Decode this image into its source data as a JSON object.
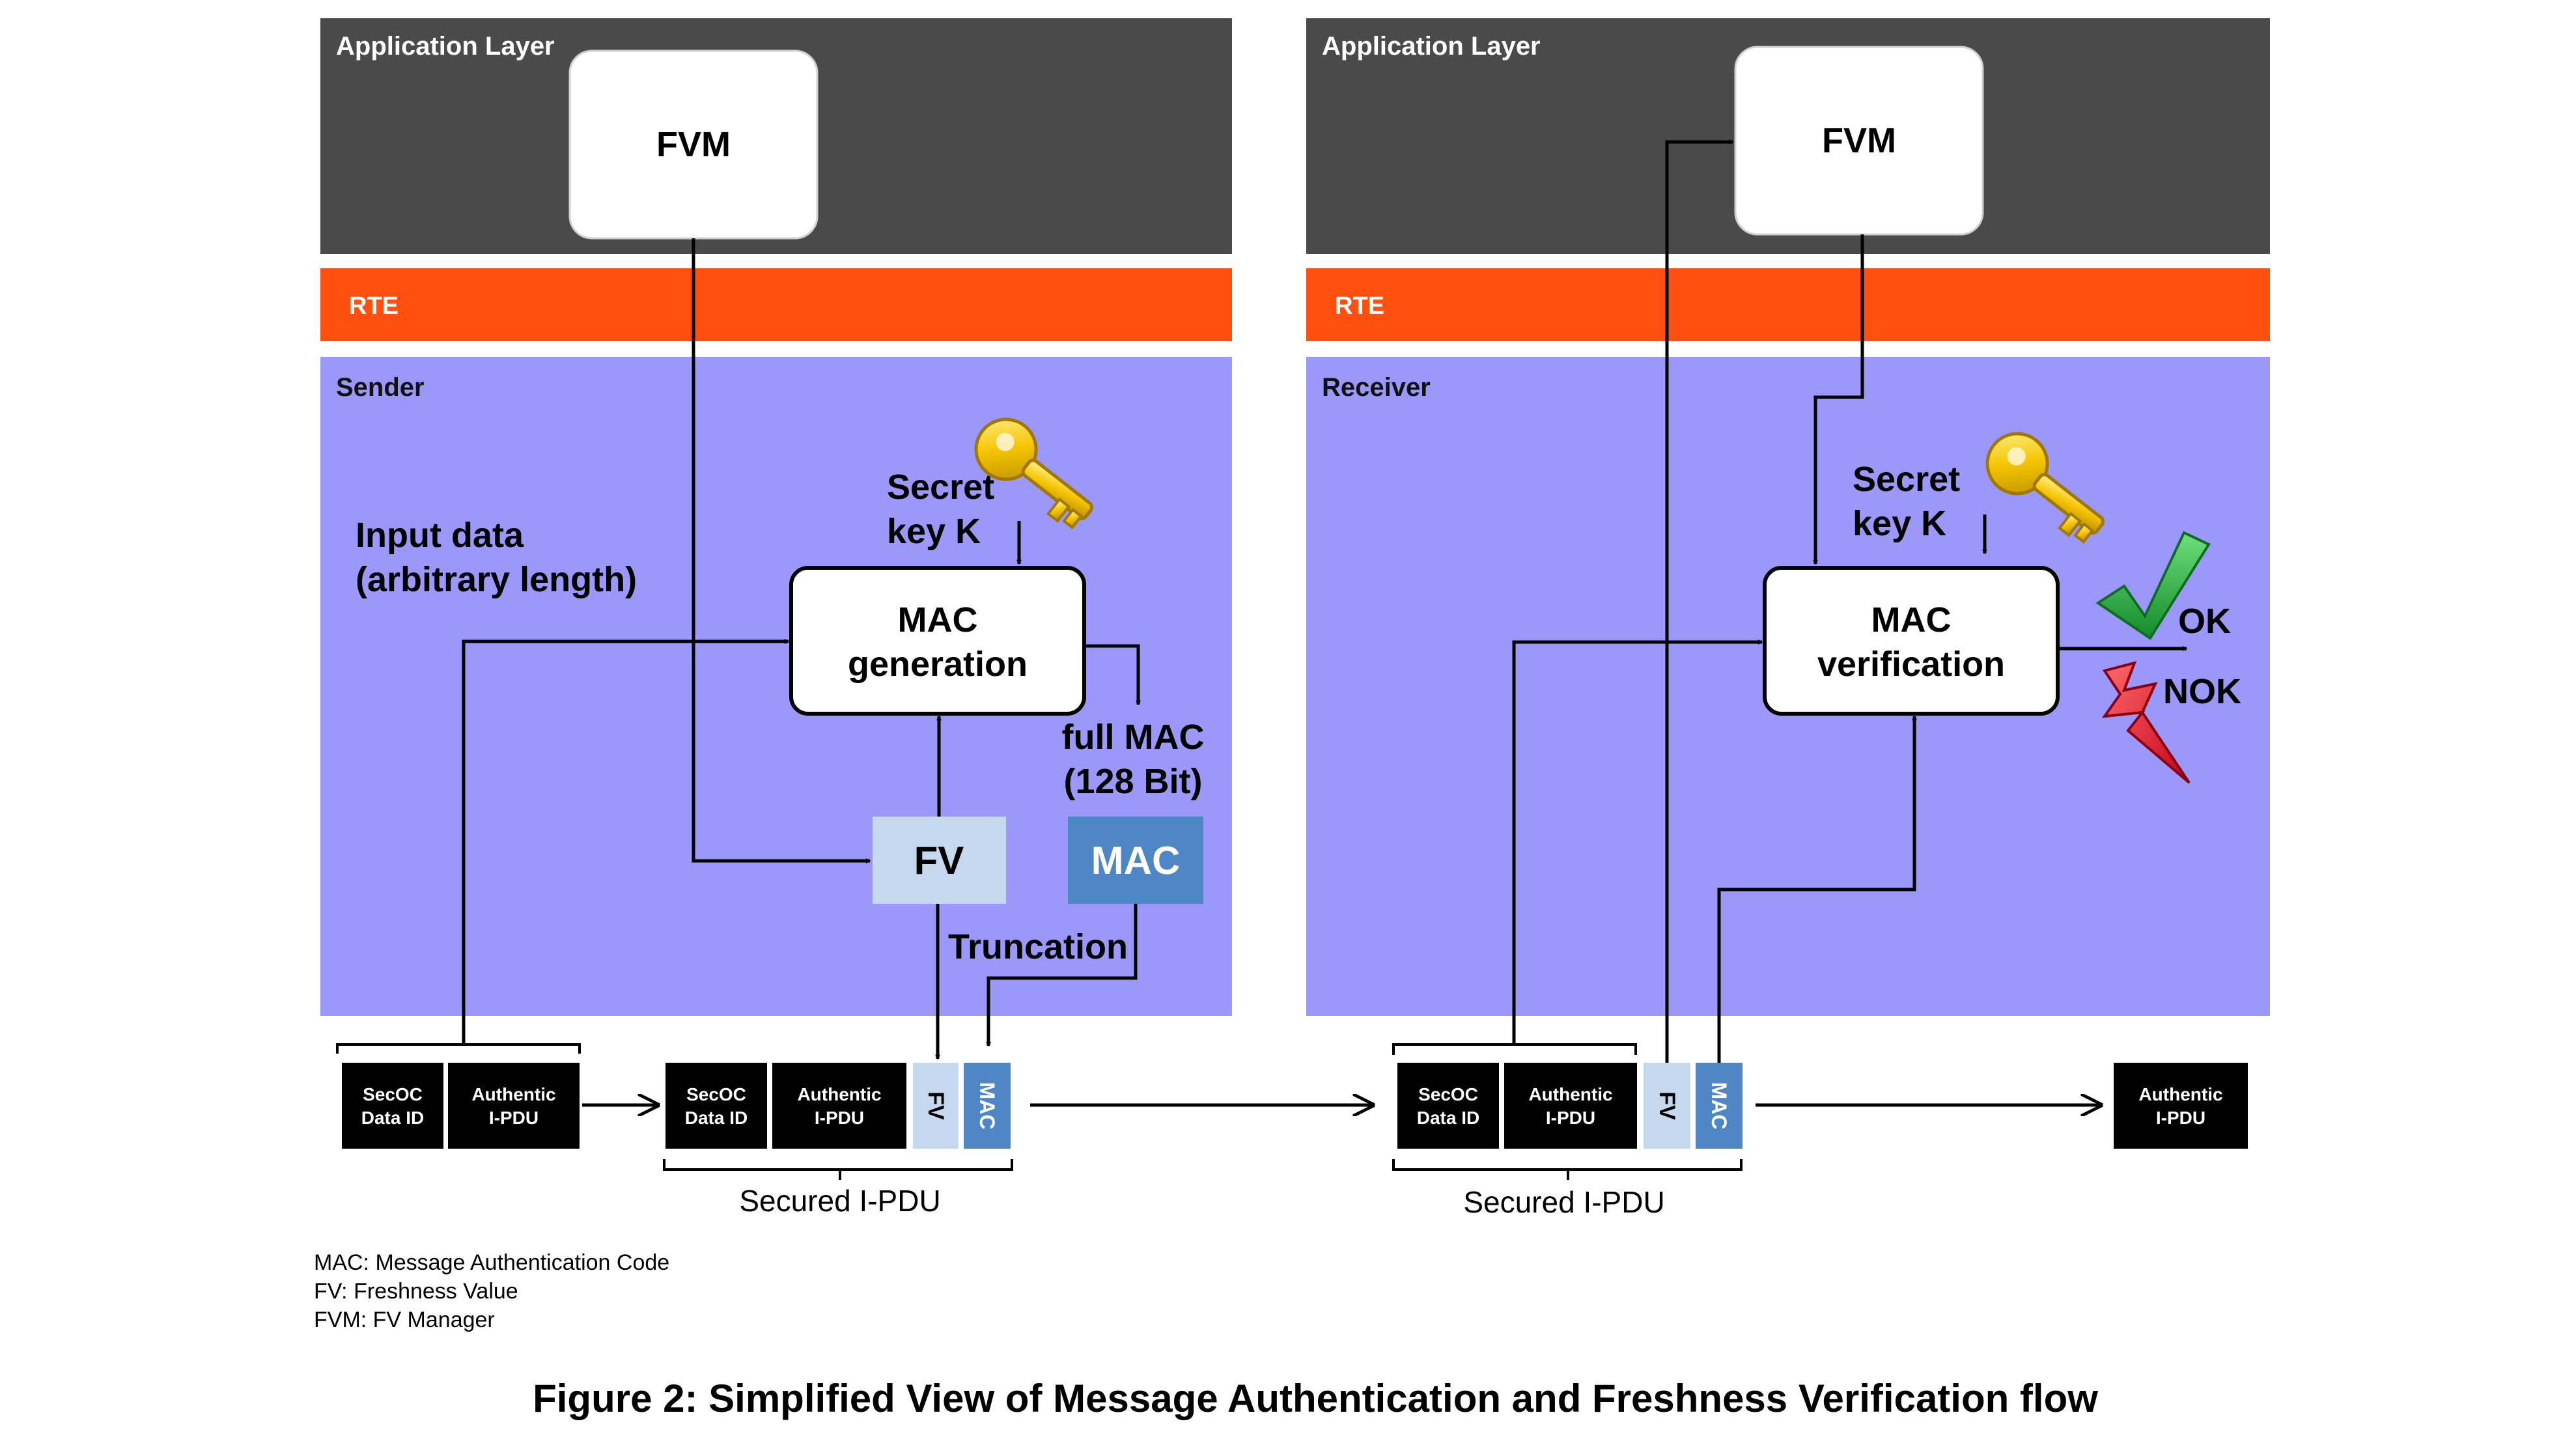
{
  "sender": {
    "layer_label": "Application Layer",
    "rte_label": "RTE",
    "zone_label": "Sender",
    "fvm_label": "FVM",
    "input_label_1": "Input data",
    "input_label_2": "(arbitrary length)",
    "secret_label_1": "Secret",
    "secret_label_2": "key K",
    "mac_gen_label_1": "MAC",
    "mac_gen_label_2": "generation",
    "full_mac_label_1": "full MAC",
    "full_mac_label_2": "(128 Bit)",
    "fv_label": "FV",
    "mac_label": "MAC",
    "truncation_label": "Truncation"
  },
  "receiver": {
    "layer_label": "Application Layer",
    "rte_label": "RTE",
    "zone_label": "Receiver",
    "fvm_label": "FVM",
    "secret_label_1": "Secret",
    "secret_label_2": "key K",
    "mac_ver_label_1": "MAC",
    "mac_ver_label_2": "verification",
    "ok_label": "OK",
    "nok_label": "NOK"
  },
  "pdu": {
    "secoc_1": "SecOC",
    "secoc_2": "Data ID",
    "auth_1": "Authentic",
    "auth_2": "I-PDU",
    "fv": "FV",
    "mac": "MAC",
    "secured_label": "Secured I-PDU"
  },
  "legend": {
    "mac": "MAC: Message Authentication Code",
    "fv": "FV: Freshness Value",
    "fvm": "FVM: FV Manager"
  },
  "caption": "Figure 2: Simplified View of Message Authentication and Freshness Verification flow",
  "colors": {
    "app_layer": "#4a4a4a",
    "rte": "#ff5010",
    "zone": "#9b98fa",
    "fv_box": "#c5d8ee",
    "mac_box": "#4f86c6",
    "pdu_box": "#000000",
    "check": "#22b14c",
    "bolt": "#ee1c25"
  }
}
